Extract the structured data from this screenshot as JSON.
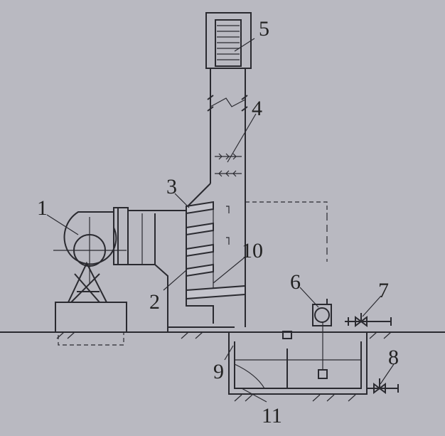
{
  "callouts": [
    {
      "id": "1",
      "text": "1"
    },
    {
      "id": "2",
      "text": "2"
    },
    {
      "id": "3",
      "text": "3"
    },
    {
      "id": "4",
      "text": "4"
    },
    {
      "id": "5",
      "text": "5"
    },
    {
      "id": "6",
      "text": "6"
    },
    {
      "id": "7",
      "text": "7"
    },
    {
      "id": "8",
      "text": "8"
    },
    {
      "id": "9",
      "text": "9"
    },
    {
      "id": "10",
      "text": "10"
    },
    {
      "id": "11",
      "text": "11"
    }
  ],
  "colors": {
    "paper": "#b9b9c1",
    "ink": "#2a2a30"
  }
}
